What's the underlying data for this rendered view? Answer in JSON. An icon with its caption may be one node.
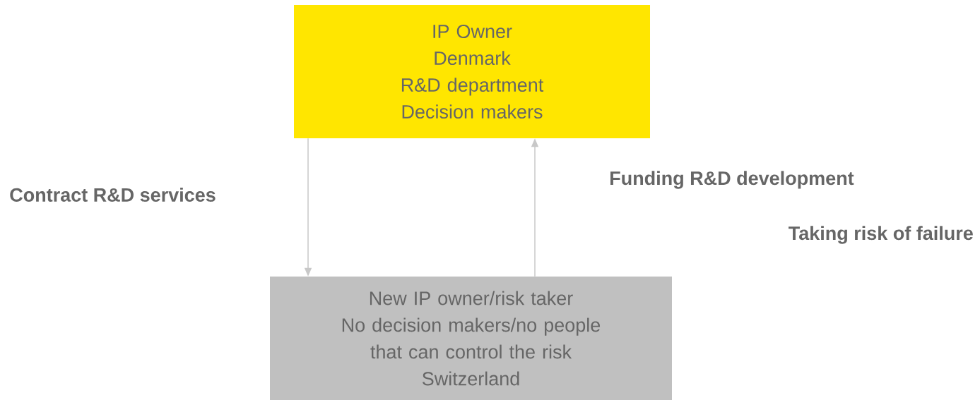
{
  "diagram": {
    "nodes": [
      {
        "text": [
          "IP Owner",
          "Denmark",
          "R&D department",
          "Decision makers"
        ]
      },
      {
        "text": [
          "New IP owner/risk taker",
          "No decision makers/no people that can control the risk",
          "Switzerland"
        ]
      }
    ],
    "edges": [
      {
        "from": 0,
        "to": 1,
        "arrow": "to"
      },
      {
        "from": 1,
        "to": 0,
        "arrow": "to"
      }
    ],
    "labels": [
      "Contract R&D services",
      "Funding R&D development",
      "Taking risk of failure"
    ]
  }
}
